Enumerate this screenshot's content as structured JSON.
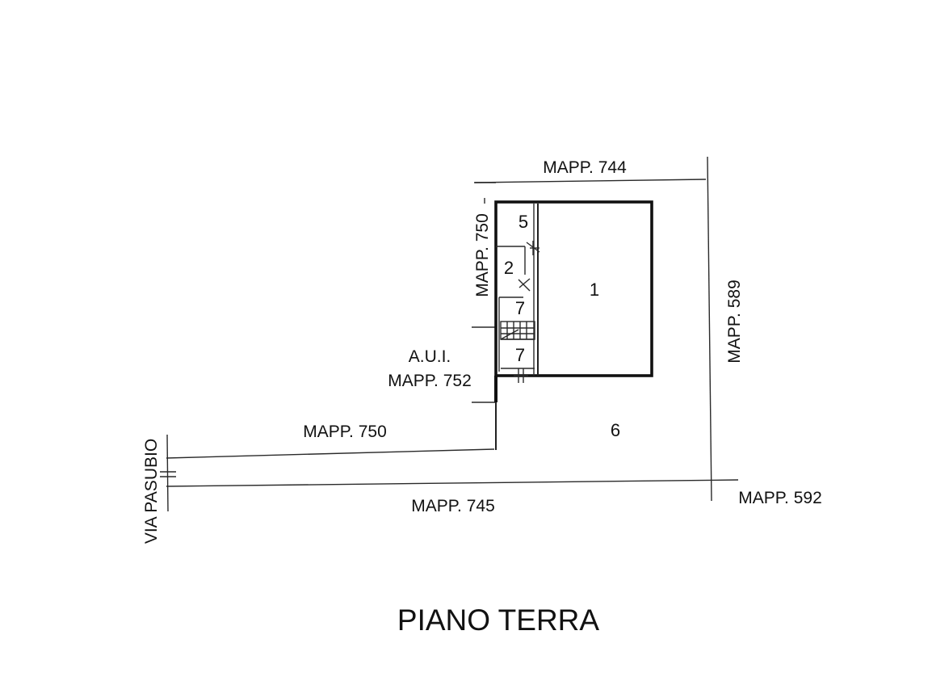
{
  "title": "PIANO TERRA",
  "parcels": {
    "north": "MAPP. 744",
    "west_upper": "MAPP. 750",
    "west_lower": "MAPP. 750",
    "east": "MAPP. 589",
    "south": "MAPP. 745",
    "southeast": "MAPP. 592",
    "aui_prefix": "A.U.I.",
    "aui_parcel": "MAPP. 752"
  },
  "street": "VIA PASUBIO",
  "rooms": {
    "r1": "1",
    "r2": "2",
    "r5": "5",
    "r6": "6",
    "r7a": "7",
    "r7b": "7"
  }
}
